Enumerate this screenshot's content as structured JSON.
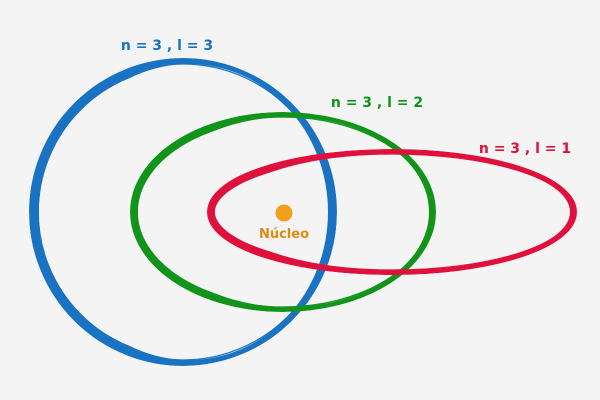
{
  "diagram": {
    "nucleus": {
      "label": "Núcleo",
      "color": "#f0a01c",
      "label_color": "#e08a12"
    },
    "orbits": [
      {
        "id": "l3",
        "label": "n = 3 , l = 3",
        "color": "#1a73c2"
      },
      {
        "id": "l2",
        "label": "n = 3 , l = 2",
        "color": "#119419"
      },
      {
        "id": "l1",
        "label": "n = 3 , l = 1",
        "color": "#e0103c"
      }
    ]
  }
}
